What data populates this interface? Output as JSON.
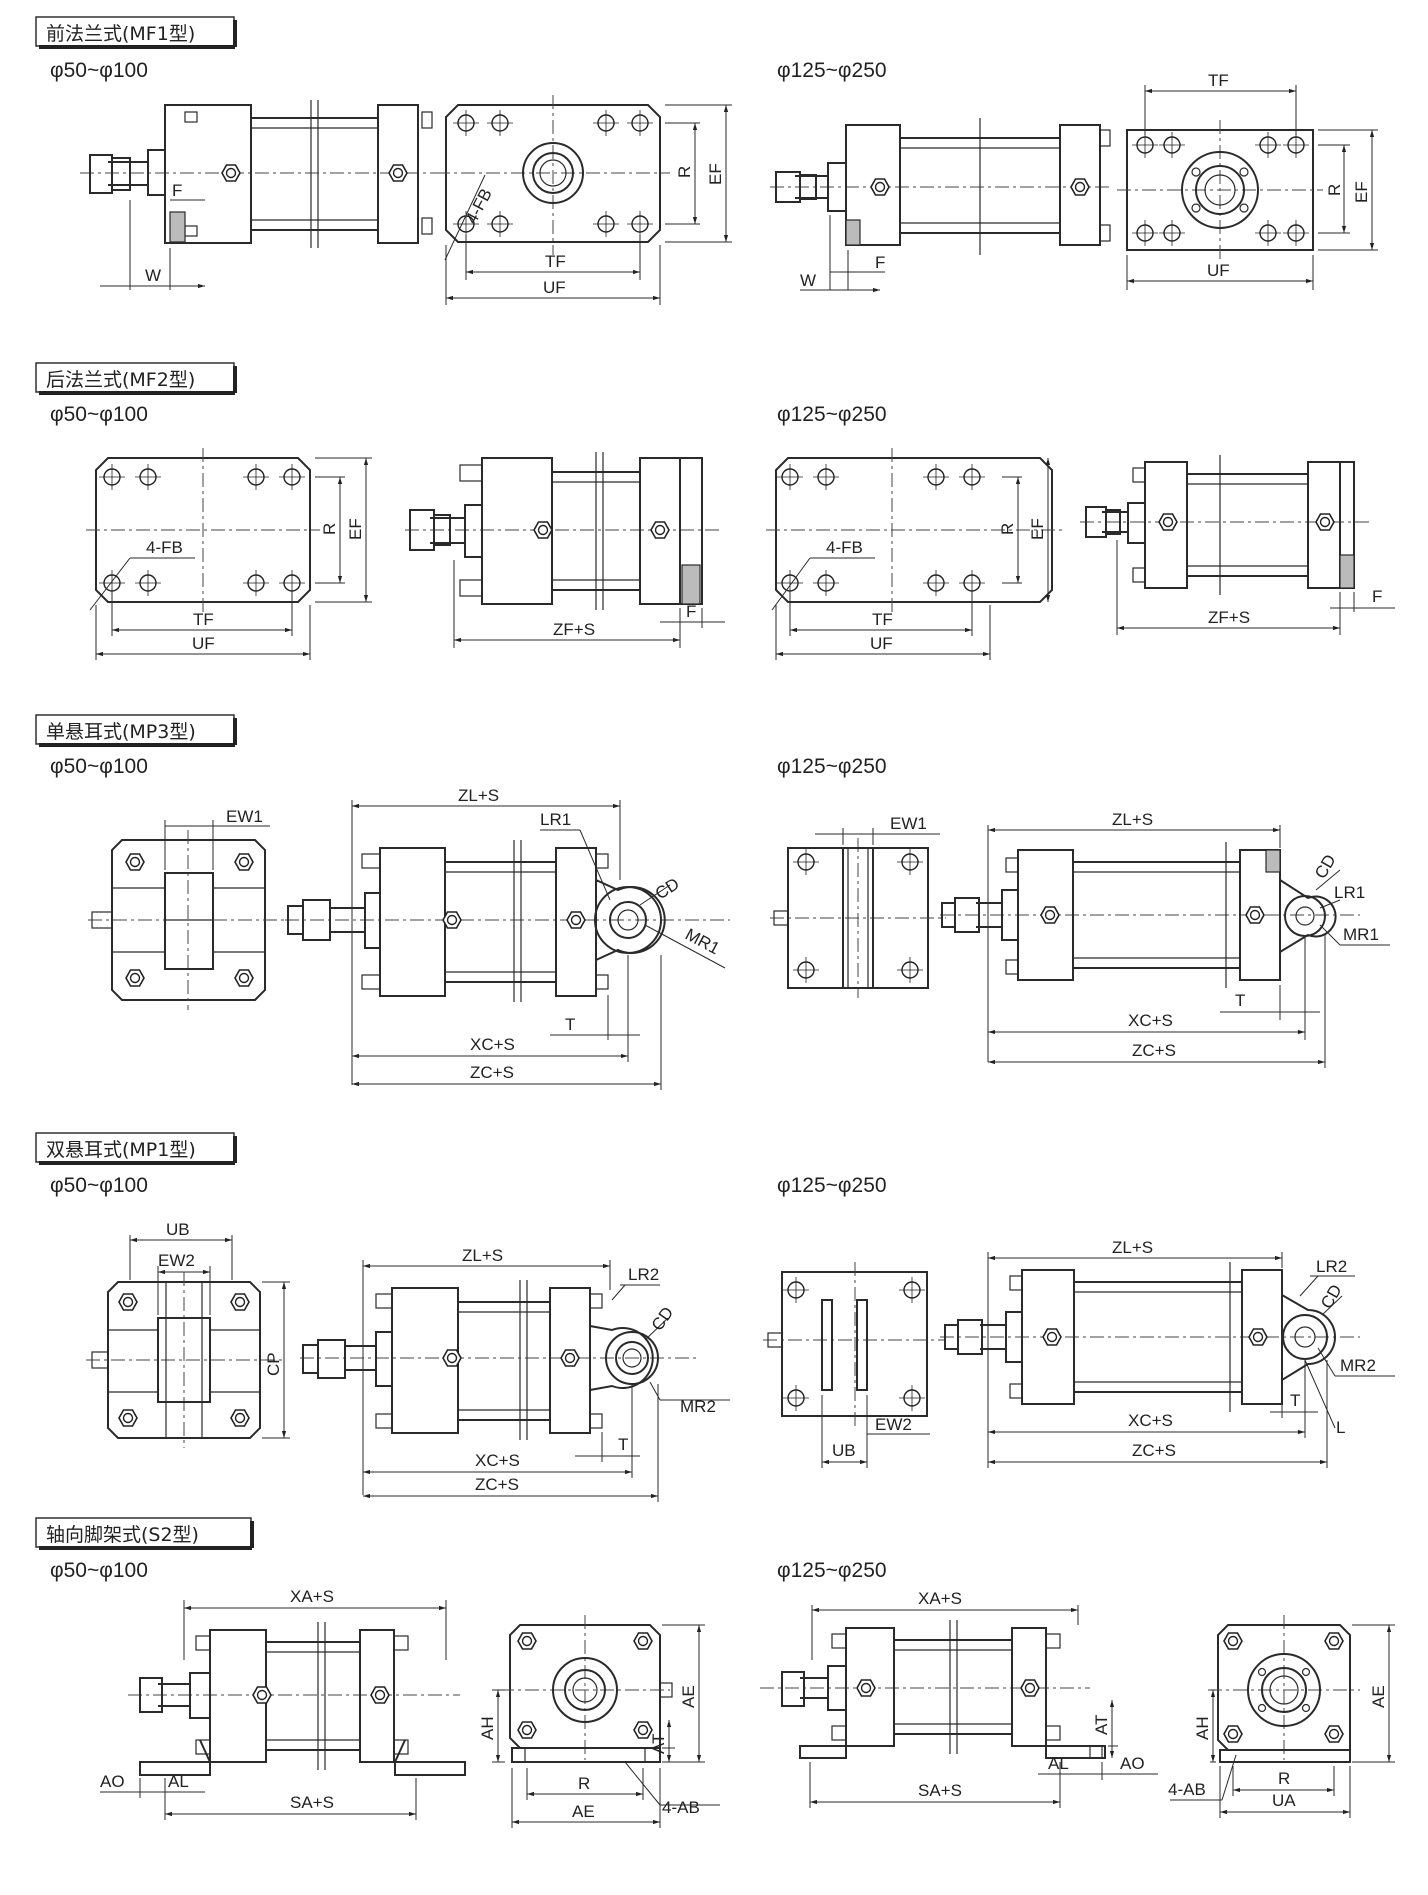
{
  "sections": [
    {
      "title": "前法兰式(MF1型)",
      "sub_left": "φ50~φ100",
      "sub_right": "φ125~φ250"
    },
    {
      "title": "后法兰式(MF2型)",
      "sub_left": "φ50~φ100",
      "sub_right": "φ125~φ250"
    },
    {
      "title": "单悬耳式(MP3型)",
      "sub_left": "φ50~φ100",
      "sub_right": "φ125~φ250"
    },
    {
      "title": "双悬耳式(MP1型)",
      "sub_left": "φ50~φ100",
      "sub_right": "φ125~φ250"
    },
    {
      "title": "轴向脚架式(S2型)",
      "sub_left": "φ50~φ100",
      "sub_right": "φ125~φ250"
    }
  ],
  "labels": {
    "F": "F",
    "W": "W",
    "TF": "TF",
    "UF": "UF",
    "R": "R",
    "EF": "EF",
    "FB4": "4-FB",
    "ZF_S": "ZF+S",
    "EW1": "EW1",
    "EW2": "EW2",
    "ZL_S": "ZL+S",
    "LR1": "LR1",
    "LR2": "LR2",
    "CD": "CD",
    "MR1": "MR1",
    "MR2": "MR2",
    "T": "T",
    "L": "L",
    "XC_S": "XC+S",
    "ZC_S": "ZC+S",
    "UB": "UB",
    "CP": "CP",
    "XA_S": "XA+S",
    "SA_S": "SA+S",
    "AO": "AO",
    "AL": "AL",
    "AH": "AH",
    "AT": "AT",
    "AE": "AE",
    "AB4": "4-AB",
    "UA": "UA"
  }
}
